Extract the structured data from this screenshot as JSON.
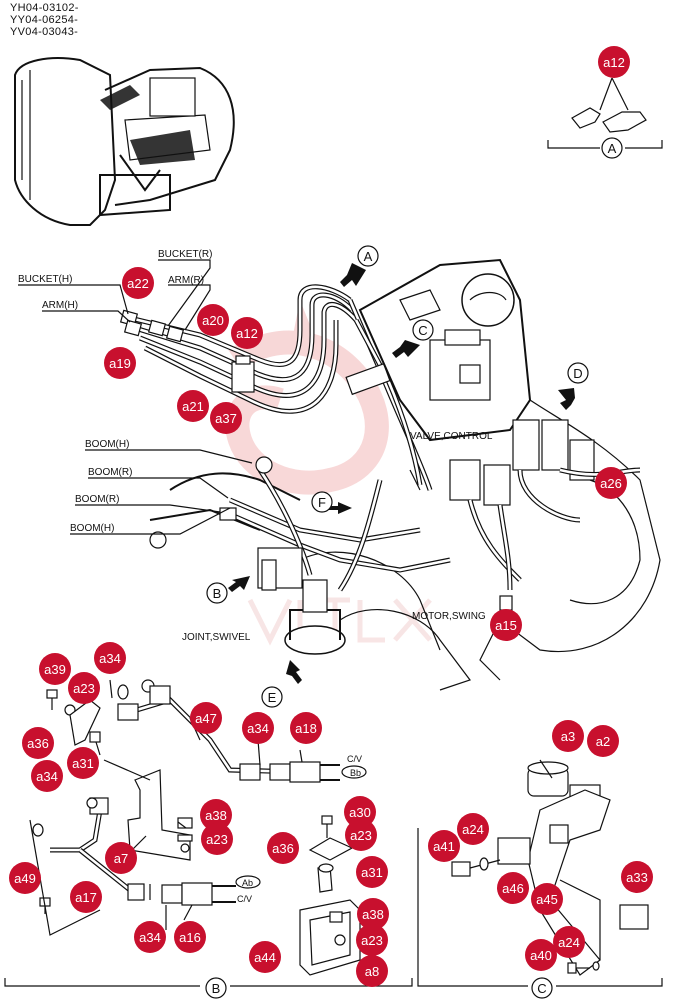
{
  "serials": [
    "YH04-03102-",
    "YY04-06254-",
    "YV04-03043-"
  ],
  "callouts": {
    "a12_top": "a12",
    "a22": "a22",
    "a19": "a19",
    "a20": "a20",
    "a12_main": "a12",
    "a21": "a21",
    "a37": "a37",
    "a26": "a26",
    "a15": "a15",
    "a39": "a39",
    "a34_1": "a34",
    "a23_1": "a23",
    "a47": "a47",
    "a36_1": "a36",
    "a34_2": "a34",
    "a18": "a18",
    "a31_1": "a31",
    "a34_3": "a34",
    "a38_1": "a38",
    "a23_2": "a23",
    "a7": "a7",
    "a17": "a17",
    "a49": "a49",
    "a34_4": "a34",
    "a16": "a16",
    "a30": "a30",
    "a23_3": "a23",
    "a36_2": "a36",
    "a31_2": "a31",
    "a38_2": "a38",
    "a23_4": "a23",
    "a44": "a44",
    "a8": "a8",
    "a3": "a3",
    "a2": "a2",
    "a41": "a41",
    "a24_1": "a24",
    "a46": "a46",
    "a45": "a45",
    "a33": "a33",
    "a40": "a40",
    "a24_2": "a24"
  },
  "views": {
    "A": "A",
    "C": "C",
    "D": "D",
    "F": "F",
    "B": "B",
    "E": "E"
  },
  "labels": {
    "bucket_r": "BUCKET(R)",
    "bucket_h": "BUCKET(H)",
    "arm_r": "ARM(R)",
    "arm_h": "ARM(H)",
    "boom_h1": "BOOM(H)",
    "boom_r1": "BOOM(R)",
    "boom_r2": "BOOM(R)",
    "boom_h2": "BOOM(H)",
    "valve_control": "VALVE,CONTROL",
    "motor_swing": "MOTOR,SWING",
    "joint_swivel": "JOINT,SWIVEL",
    "cv_1": "C/V",
    "bb": "Bb",
    "ab": "Ab",
    "cv_2": "C/V"
  },
  "colors": {
    "callout": "#c8102e",
    "line": "#111111",
    "watermark": "#f2b8b8"
  }
}
